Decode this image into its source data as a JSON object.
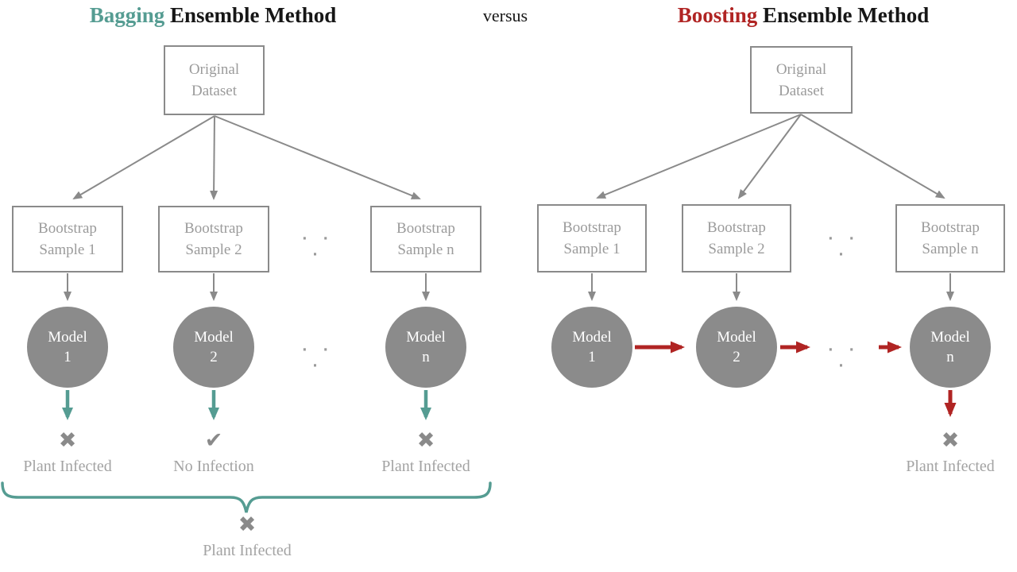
{
  "colors": {
    "teal": "#559c92",
    "red": "#b02423",
    "line_gray": "#8a8a8a",
    "node_gray": "#8b8b8b",
    "text_gray": "#9b9b9b",
    "label_gray": "#a3a3a3",
    "icon_gray": "#8a8a8a",
    "dots_gray": "#9a9a9a",
    "title_black": "#161616",
    "white": "#ffffff"
  },
  "header": {
    "left_accent": "Bagging",
    "left_rest": " Ensemble Method",
    "versus": "versus",
    "right_accent": "Boosting",
    "right_rest": " Ensemble Method"
  },
  "ellipsis": "· · ·",
  "icons": {
    "cross": "✖",
    "check": "✔"
  },
  "bagging": {
    "dataset": {
      "line1": "Original",
      "line2": "Dataset"
    },
    "samples": [
      {
        "line1": "Bootstrap",
        "line2": "Sample 1"
      },
      {
        "line1": "Bootstrap",
        "line2": "Sample 2"
      },
      {
        "line1": "Bootstrap",
        "line2": "Sample n"
      }
    ],
    "models": [
      {
        "line1": "Model",
        "line2": "1"
      },
      {
        "line1": "Model",
        "line2": "2"
      },
      {
        "line1": "Model",
        "line2": "n"
      }
    ],
    "results": [
      {
        "icon": "✖",
        "label": "Plant Infected"
      },
      {
        "icon": "✔",
        "label": "No Infection"
      },
      {
        "icon": "✖",
        "label": "Plant Infected"
      }
    ],
    "aggregate": {
      "icon": "✖",
      "label": "Plant Infected"
    }
  },
  "boosting": {
    "dataset": {
      "line1": "Original",
      "line2": "Dataset"
    },
    "samples": [
      {
        "line1": "Bootstrap",
        "line2": "Sample 1"
      },
      {
        "line1": "Bootstrap",
        "line2": "Sample 2"
      },
      {
        "line1": "Bootstrap",
        "line2": "Sample n"
      }
    ],
    "models": [
      {
        "line1": "Model",
        "line2": "1"
      },
      {
        "line1": "Model",
        "line2": "2"
      },
      {
        "line1": "Model",
        "line2": "n"
      }
    ],
    "result": {
      "icon": "✖",
      "label": "Plant Infected"
    }
  }
}
